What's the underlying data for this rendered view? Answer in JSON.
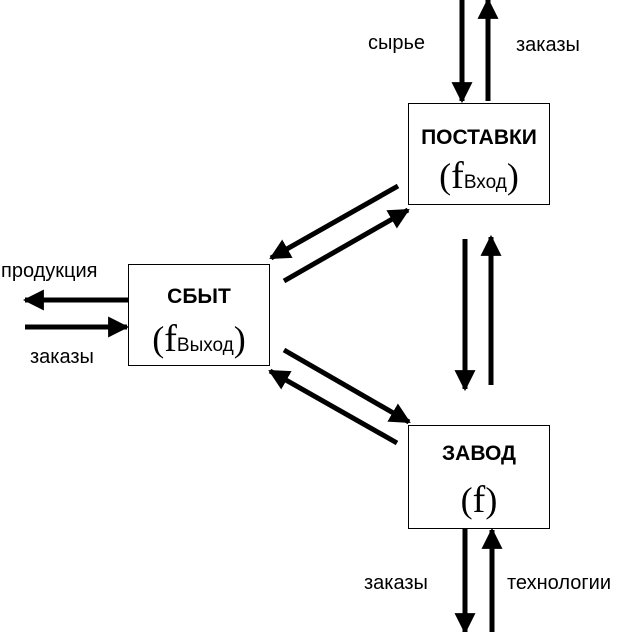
{
  "boxes": {
    "supply": {
      "title": "ПОСТАВКИ",
      "func_letter": "f",
      "func_sub": "Вход"
    },
    "sales": {
      "title": "СБЫТ",
      "func_letter": "f",
      "func_sub": "Выход"
    },
    "plant": {
      "title": "ЗАВОД",
      "func_letter": "f",
      "func_sub": ""
    }
  },
  "labels": {
    "raw": "сырье",
    "orders_supply": "заказы",
    "products": "продукция",
    "orders_sales": "заказы",
    "orders_plant": "заказы",
    "technologies": "технологии"
  },
  "parens": {
    "open": "(",
    "close": ")"
  },
  "colors": {
    "stroke": "#000000",
    "background": "#ffffff"
  }
}
